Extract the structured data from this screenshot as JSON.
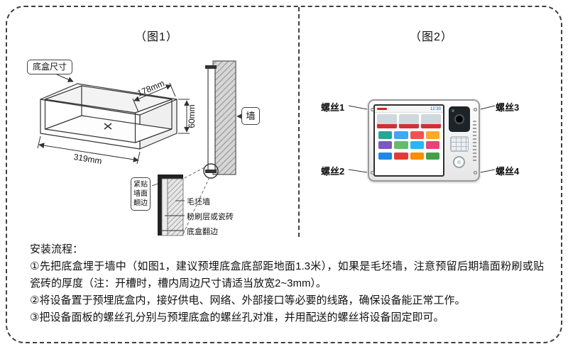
{
  "page": {
    "fig1_title": "（图1）",
    "fig2_title": "（图2）"
  },
  "fig1": {
    "box_size_label": "底盒尺寸",
    "dim_depth": "178mm",
    "dim_height": "60mm",
    "dim_length": "319mm",
    "wall_label": "墙",
    "detail_flange_face": "紧贴墙面翻边",
    "detail_rough_wall": "毛坯墙",
    "detail_plaster": "粉刷层或瓷砖",
    "detail_flange": "底盒翻边"
  },
  "fig2": {
    "screw1": "螺丝1",
    "screw2": "螺丝2",
    "screw3": "螺丝3",
    "screw4": "螺丝4",
    "screen_time": "12:30"
  },
  "instructions": {
    "heading": "安装流程：",
    "step1": "①先把底盒埋于墙中（如图1，建议预埋底盒底部距地面1.3米），如果是毛坯墙，注意预留后期墙面粉刷或贴瓷砖的厚度（注：开槽时，槽内周边尺寸请适当放宽2~3mm）。",
    "step2": "②将设备置于预埋底盒内，接好供电、网络、外部接口等必要的线路，确保设备能正常工作。",
    "step3": "③把设备面板的螺丝孔分别与预埋底盒的螺丝孔对准，并用配送的螺丝将设备固定即可。"
  }
}
